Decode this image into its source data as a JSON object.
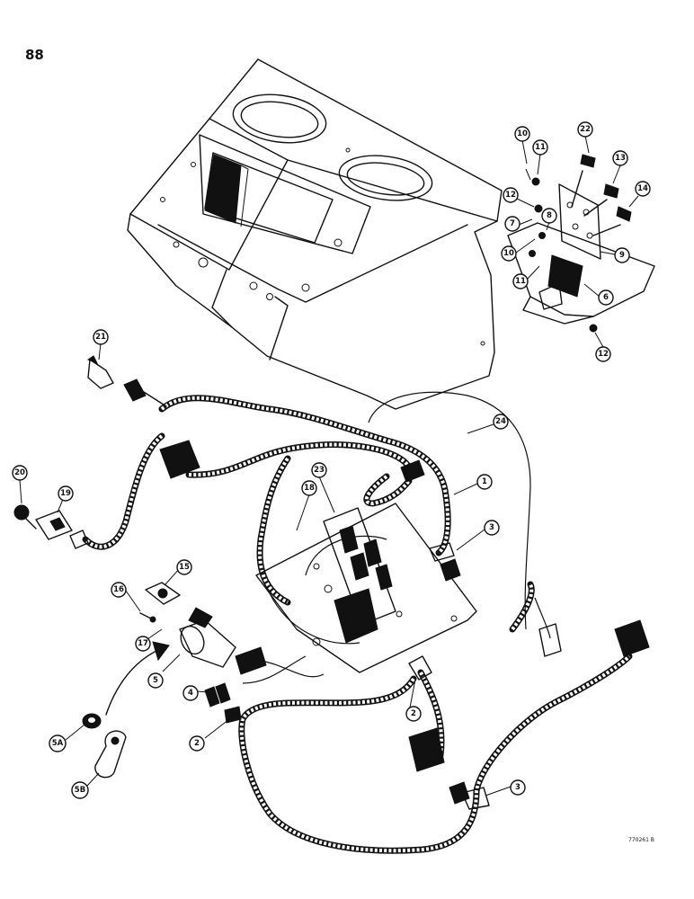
{
  "page_number": "88",
  "reference_code": "770261 B",
  "callouts": [
    {
      "label": "10"
    },
    {
      "label": "11"
    },
    {
      "label": "22"
    },
    {
      "label": "13"
    },
    {
      "label": "14"
    },
    {
      "label": "12"
    },
    {
      "label": "7"
    },
    {
      "label": "8"
    },
    {
      "label": "10"
    },
    {
      "label": "9"
    },
    {
      "label": "11"
    },
    {
      "label": "6"
    },
    {
      "label": "12"
    },
    {
      "label": "21"
    },
    {
      "label": "24"
    },
    {
      "label": "1"
    },
    {
      "label": "23"
    },
    {
      "label": "18"
    },
    {
      "label": "3"
    },
    {
      "label": "20"
    },
    {
      "label": "19"
    },
    {
      "label": "15"
    },
    {
      "label": "16"
    },
    {
      "label": "17"
    },
    {
      "label": "5"
    },
    {
      "label": "4"
    },
    {
      "label": "2"
    },
    {
      "label": "2"
    },
    {
      "label": "5A"
    },
    {
      "label": "5B"
    },
    {
      "label": "3"
    }
  ]
}
